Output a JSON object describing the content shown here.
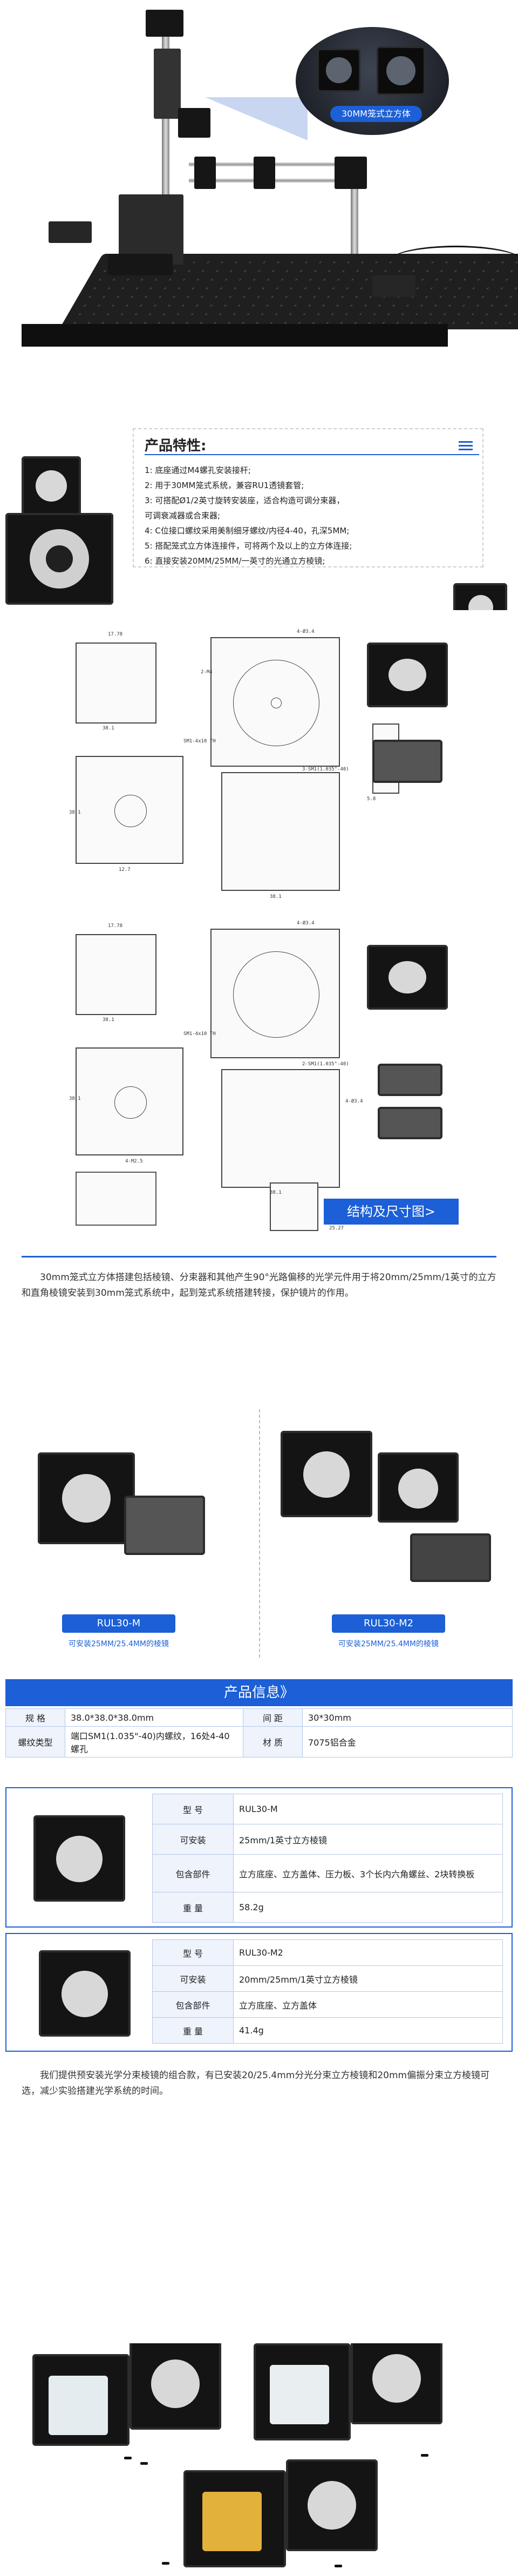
{
  "hero": {
    "zoom_label": "30MM笼式立方体"
  },
  "features": {
    "title": "产品特性:",
    "items": [
      "1:  底座通过M4螺孔安装接杆;",
      "2:  用于30MM笼式系统，兼容RU1透镜套管;",
      "3:  可搭配Ø1/2英寸旋转安装座，适合构造可调分束器，",
      "       可调衰减器或合束器;",
      "4:  C位接口螺纹采用美制细牙螺纹/内径4-40，孔深5MM;",
      "5:  搭配笼式立方体连接件，可将两个及以上的立方体连接;",
      "6:  直接安装20MM/25MM/一英寸的光通立方棱镜;"
    ]
  },
  "drawings": {
    "dims_a": [
      "17.78",
      "38.1",
      "4-Ø3.4",
      "2-M4",
      "SM1-4x10 TH",
      "3-SM1(1.035\"-40)",
      "38.1",
      "5.8",
      "12.7",
      "38.1"
    ],
    "dims_b": [
      "17.78",
      "38.1",
      "4-Ø3.4",
      "SM1-4x10 TH",
      "2-SM1(1.035\"-40)",
      "4-M2.5",
      "38.1",
      "4-Ø3.4",
      "25.27",
      "38.1"
    ],
    "size_button": "结构及尺寸图>"
  },
  "description": {
    "text": "30mm笼式立方体搭建包括棱镜、分束器和其他产生90°光路偏移的光学元件用于将20mm/25mm/1英寸的立方和直角棱镜安装到30mm笼式系统中，起到笼式系统搭建转接，保护镜片的作用。"
  },
  "products": {
    "left_name": "RUL30-M",
    "left_sub": "可安装25MM/25.4MM的棱镜",
    "right_name": "RUL30-M2",
    "right_sub": "可安装25MM/25.4MM的棱镜"
  },
  "specs": {
    "banner": "产品信息》",
    "general": [
      {
        "label": "规  格",
        "value": "38.0*38.0*38.0mm",
        "label2": "间  距",
        "value2": "30*30mm"
      },
      {
        "label": "螺纹类型",
        "value": "端口SM1(1.035\"-40)内螺纹，16处4-40螺孔",
        "label2": "材  质",
        "value2": "7075铝合金"
      }
    ],
    "model1": {
      "rows": [
        {
          "label": "型  号",
          "value": "RUL30-M"
        },
        {
          "label": "可安装",
          "value": "25mm/1英寸立方棱镜"
        },
        {
          "label": "包含部件",
          "value": "立方底座、立方盖体、压力板、3个长内六角螺丝、2块转换板"
        },
        {
          "label": "重  量",
          "value": "58.2g"
        }
      ]
    },
    "model2": {
      "rows": [
        {
          "label": "型  号",
          "value": "RUL30-M2"
        },
        {
          "label": "可安装",
          "value": "20mm/25mm/1英寸立方棱镜"
        },
        {
          "label": "包含部件",
          "value": "立方底座、立方盖体"
        },
        {
          "label": "重  量",
          "value": "41.4g"
        }
      ]
    },
    "intro2": "我们提供预安装光学分束棱镜的组合款，有已安装20/25.4mm分光分束立方棱镜和20mm偏振分束立方棱镜可选，减少实验搭建光学系统的时间。"
  },
  "colors": {
    "accent": "#1c5fd6",
    "cube": "#141414"
  }
}
